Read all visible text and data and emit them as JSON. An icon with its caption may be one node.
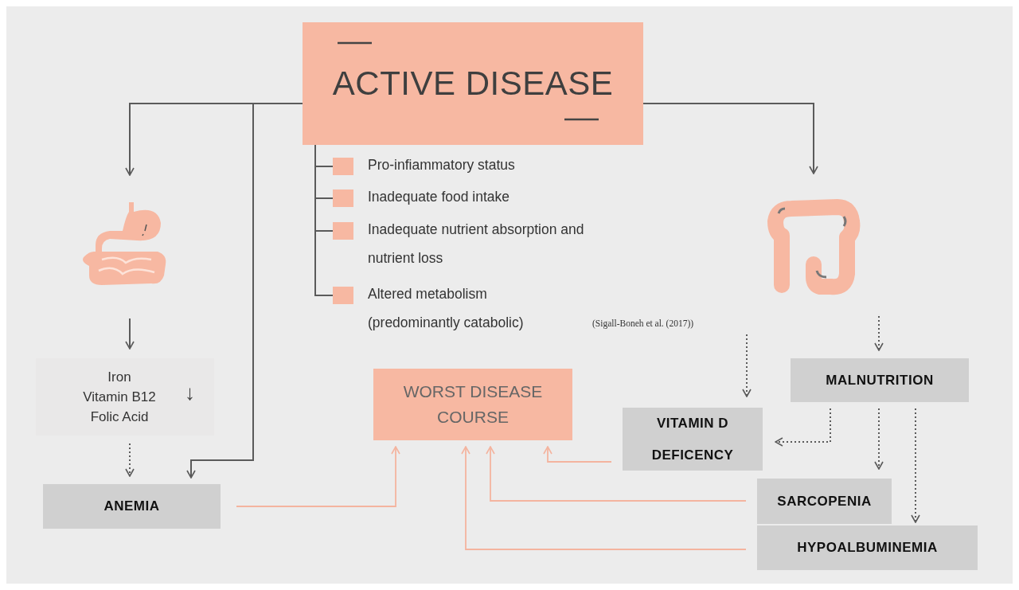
{
  "diagram": {
    "nodes": [
      {
        "text": [
          "ACTIVE DISEASE"
        ]
      },
      {
        "text": [],
        "shape": "box",
        "beside": [
          "Pro-infiammatory status"
        ]
      },
      {
        "text": [],
        "shape": "box",
        "beside": [
          "Inadequate food intake"
        ]
      },
      {
        "text": [],
        "shape": "box",
        "beside": [
          "Inadequate nutrient absorption and nutrient loss"
        ]
      },
      {
        "text": [],
        "shape": "box",
        "beside": [
          "Altered metabolism (predominantly catabolic)"
        ]
      },
      {
        "text": [],
        "shape": "picture"
      },
      {
        "text": [],
        "shape": "picture"
      },
      {
        "text": [
          "Iron",
          "Vitamin B12",
          "Folic Acid",
          "↓"
        ]
      },
      {
        "text": [
          "WORST DISEASE COURSE"
        ]
      },
      {
        "text": [
          "MALNUTRITION"
        ]
      },
      {
        "text": [
          "VITAMIN D DEFICENCY"
        ]
      },
      {
        "text": [
          "ANEMIA"
        ]
      },
      {
        "text": [
          "SARCOPENIA"
        ]
      },
      {
        "text": [
          "HYPOALBUMINEMIA"
        ]
      }
    ],
    "edges": [
      {
        "from": 0,
        "to": 1,
        "arrow": "none"
      },
      {
        "from": 0,
        "to": 2,
        "arrow": "none"
      },
      {
        "from": 0,
        "to": 3,
        "arrow": "none"
      },
      {
        "from": 0,
        "to": 4,
        "arrow": "none"
      },
      {
        "from": 0,
        "to": 5,
        "arrow": "to"
      },
      {
        "from": 0,
        "to": 11,
        "arrow": "to"
      },
      {
        "from": 0,
        "to": 6,
        "arrow": "to"
      },
      {
        "from": 5,
        "to": 7,
        "arrow": "to"
      },
      {
        "from": 7,
        "to": 11,
        "arrow": "to",
        "style": "dashed"
      },
      {
        "from": 6,
        "to": 9,
        "arrow": "to",
        "style": "dashed"
      },
      {
        "from": null,
        "to": 10,
        "arrow": "to",
        "style": "dashed"
      },
      {
        "from": 9,
        "to": 10,
        "arrow": "to",
        "style": "dashed"
      },
      {
        "from": 9,
        "to": 12,
        "arrow": "to",
        "style": "dashed"
      },
      {
        "from": 9,
        "to": 13,
        "arrow": "to",
        "style": "dashed"
      },
      {
        "from": 11,
        "to": 8,
        "arrow": "to",
        "color": "#f4b49f"
      },
      {
        "from": 10,
        "to": 8,
        "arrow": "to",
        "color": "#f4b49f"
      },
      {
        "from": 12,
        "to": 8,
        "arrow": "to",
        "color": "#f4b49f"
      },
      {
        "from": 13,
        "to": 8,
        "arrow": "to",
        "color": "#f4b49f"
      }
    ],
    "labels": [
      "(Sigall-Boneh et al. (2017))"
    ]
  }
}
